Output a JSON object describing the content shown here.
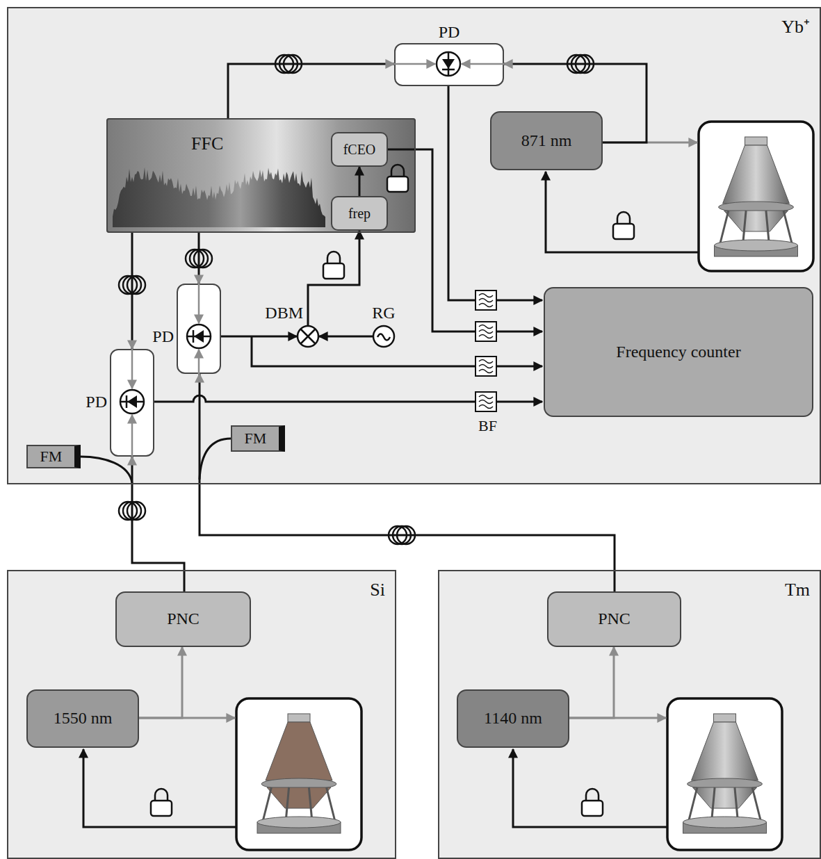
{
  "diagram": {
    "nodes": [
      {
        "text": [
          "Yb⁺"
        ]
      },
      {
        "text": [
          "FFC"
        ],
        "in": 0
      },
      {
        "text": [
          "fCEO"
        ],
        "in": 1
      },
      {
        "text": [
          "frep"
        ],
        "in": 1
      },
      {
        "text": [
          "PD"
        ],
        "in": 0
      },
      {
        "text": [
          "871 nm"
        ],
        "in": 0
      },
      {
        "text": [
          "PD"
        ],
        "in": 0
      },
      {
        "text": [
          "DBM"
        ],
        "in": 0
      },
      {
        "text": [
          "RG"
        ],
        "in": 0
      },
      {
        "text": [
          "PD"
        ],
        "in": 0
      },
      {
        "text": [
          "Frequency counter"
        ],
        "in": 0
      },
      {
        "text": [
          "FM"
        ],
        "in": 0
      },
      {
        "text": [
          "FM"
        ],
        "in": 0
      },
      {
        "text": [
          "Si"
        ]
      },
      {
        "text": [
          "PNC"
        ],
        "in": 13
      },
      {
        "text": [
          "1550 nm"
        ],
        "in": 13
      },
      {
        "text": [
          "Tm"
        ]
      },
      {
        "text": [
          "PNC"
        ],
        "in": 16
      },
      {
        "text": [
          "1140 nm"
        ],
        "in": 16
      }
    ],
    "edges": [
      {
        "from": 1,
        "to": 4,
        "arrow": "to"
      },
      {
        "from": 5,
        "to": 4,
        "arrow": "to"
      },
      {
        "from": 1,
        "to": 6,
        "arrow": "to"
      },
      {
        "from": 1,
        "to": 9,
        "arrow": "to"
      },
      {
        "from": 6,
        "to": 7,
        "arrow": "to"
      },
      {
        "from": 8,
        "to": 7,
        "arrow": "to"
      },
      {
        "from": 7,
        "to": 3,
        "arrow": "to"
      },
      {
        "from": 3,
        "to": 2,
        "arrow": "to"
      },
      {
        "from": 15,
        "to": 14,
        "arrow": "to"
      },
      {
        "from": 18,
        "to": 17,
        "arrow": "to"
      },
      {
        "from": 14,
        "to": 9,
        "arrow": "to"
      },
      {
        "from": 17,
        "to": 6,
        "arrow": "to"
      }
    ],
    "labels": [
      "BF"
    ]
  }
}
